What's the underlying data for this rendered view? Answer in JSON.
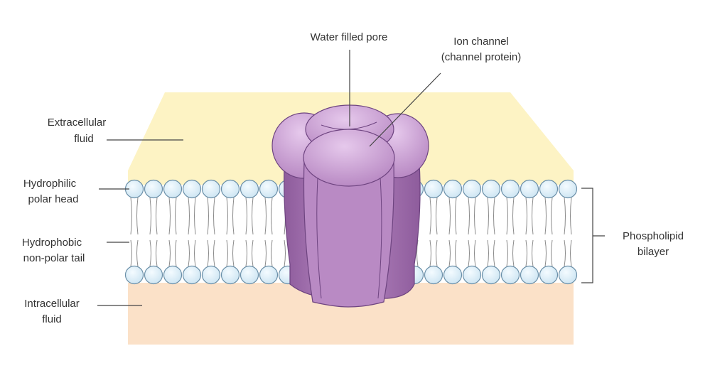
{
  "labels": {
    "water_filled_pore": "Water filled pore",
    "ion_channel_line1": "Ion channel",
    "ion_channel_line2": "(channel protein)",
    "extracellular_line1": "Extracellular",
    "extracellular_line2": "fluid",
    "hydrophilic_line1": "Hydrophilic",
    "hydrophilic_line2": "polar head",
    "hydrophobic_line1": "Hydrophobic",
    "hydrophobic_line2": "non-polar tail",
    "intracellular_line1": "Intracellular",
    "intracellular_line2": "fluid",
    "bilayer_line1": "Phospholipid",
    "bilayer_line2": "bilayer"
  },
  "colors": {
    "extracellular": "#fdf3c4",
    "intracellular": "#fbe1c8",
    "head_light": "#f4fbff",
    "head_mid": "#cfe6f3",
    "protein_light": "#e6c9ec",
    "protein_mid": "#b98ac4",
    "protein_dark": "#8e5c9c",
    "protein_outline": "#6e4480"
  }
}
